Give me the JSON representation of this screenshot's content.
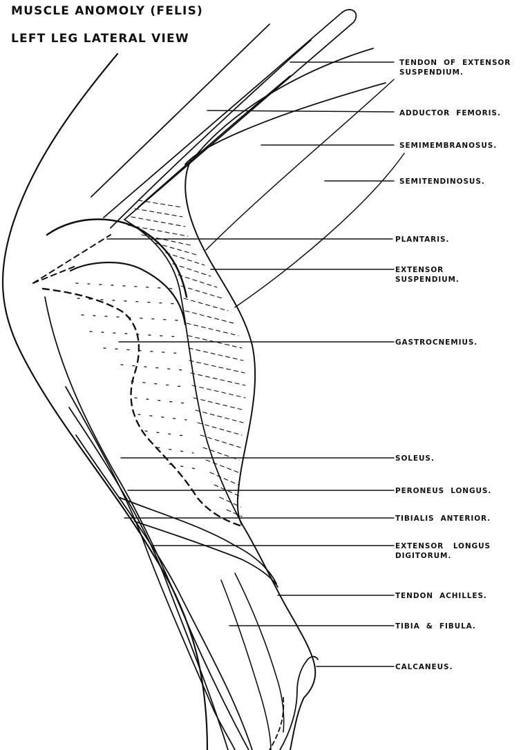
{
  "title_line1": "MUSCLE ANOMOLY (FELIS)",
  "title_line2": "LEFT LEG LATERAL VIEW",
  "labels": [
    {
      "text": "TENDON  OF  EXTENSOR\nSUSPENDIUM."
    },
    {
      "text": "ADDUCTOR  FEMORIS."
    },
    {
      "text": "SEMIMEMBRANOSUS."
    },
    {
      "text": "SEMITENDINOSUS."
    },
    {
      "text": "PLANTARIS."
    },
    {
      "text": "EXTENSOR\nSUSPENDIUM."
    },
    {
      "text": "GASTROCNEMIUS."
    },
    {
      "text": "SOLEUS."
    },
    {
      "text": "PERONEUS  LONGUS."
    },
    {
      "text": "TIBIALIS  ANTERIOR."
    },
    {
      "text": "EXTENSOR   LONGUS\nDIGITORUM."
    },
    {
      "text": "TENDON  ACHILLES."
    },
    {
      "text": "TIBIA  &  FIBULA."
    },
    {
      "text": "CALCANEUS."
    }
  ],
  "colors": {
    "ink": "#111111",
    "background": "#ffffff"
  }
}
